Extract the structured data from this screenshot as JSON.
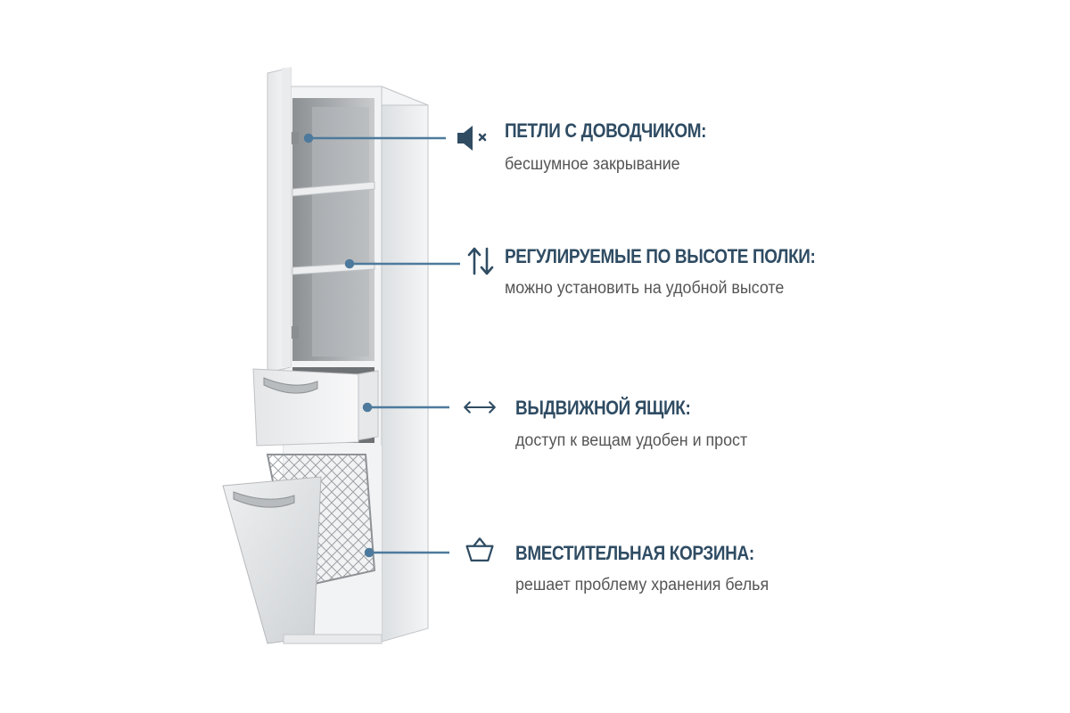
{
  "accent_color": "#2f4c63",
  "line_color": "#4d7a9c",
  "features": [
    {
      "icon": "speaker-mute-icon",
      "title": "ПЕТЛИ С ДОВОДЧИКОМ:",
      "subtitle": "бесшумное закрывание"
    },
    {
      "icon": "up-down-arrows-icon",
      "title": "РЕГУЛИРУЕМЫЕ ПО ВЫСОТЕ ПОЛКИ:",
      "subtitle": "можно установить на удобной высоте"
    },
    {
      "icon": "left-right-arrow-icon",
      "title": "ВЫДВИЖНОЙ ЯЩИК:",
      "subtitle": "доступ к вещам удобен и прост"
    },
    {
      "icon": "basket-icon",
      "title": "ВМЕСТИТЕЛЬНАЯ КОРЗИНА:",
      "subtitle": "решает проблему хранения белья"
    }
  ]
}
